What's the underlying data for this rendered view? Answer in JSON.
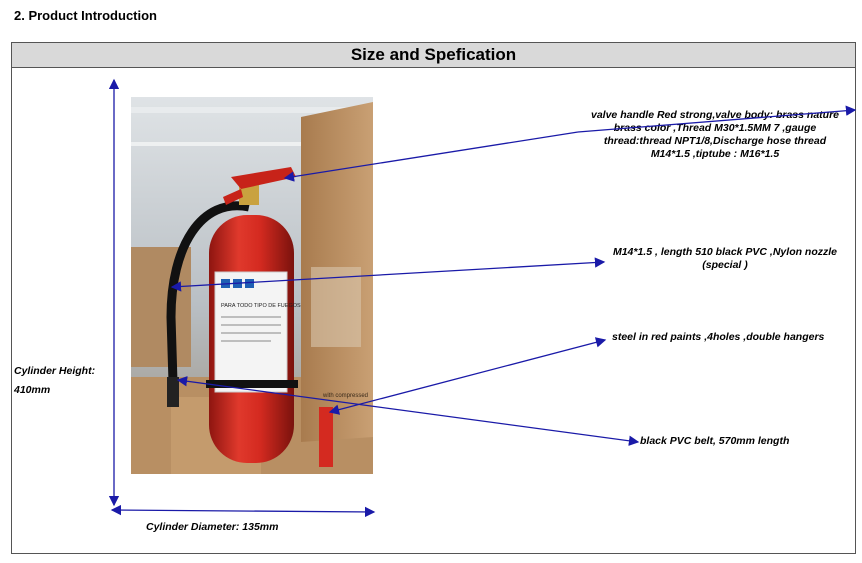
{
  "section_title": "2. Product Introduction",
  "table": {
    "header": "Size and Spefication"
  },
  "dimensions": {
    "height_label": "Cylinder Height:",
    "height_value": "410mm",
    "diameter_label": "Cylinder Diameter: 135mm"
  },
  "callouts": {
    "valve": [
      "valve handle Red  strong,valve body: brass nature",
      "brass color ,Thread M30*1.5MM 7 ,gauge",
      "thread:thread NPT1/8,Discharge hose thread",
      "M14*1.5 ,tiptube : M16*1.5"
    ],
    "hose": [
      "M14*1.5 , length 510 black PVC ,Nylon nozzle",
      "(special )"
    ],
    "cylinder": "steel in red paints ,4holes ,double hangers",
    "belt": "black PVC belt, 570mm length"
  },
  "photo": {
    "label_text": "PARA TODO TIPO DE FUEGOS",
    "box_text": "with compressed"
  },
  "colors": {
    "arrow": "#1a1aa8",
    "cylinder_red": "#d42a20",
    "header_bg": "#d9d9d9"
  }
}
